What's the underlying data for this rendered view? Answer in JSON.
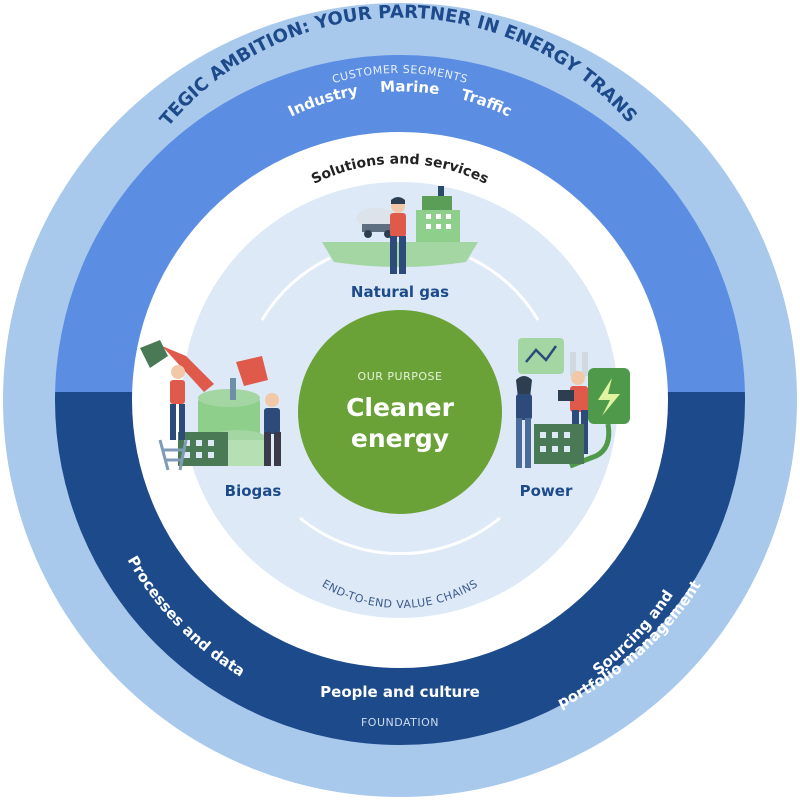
{
  "strategic_ambition": "STRATEGIC AMBITION:  YOUR PARTNER IN ENERGY TRANSITION",
  "customer_segments": {
    "label": "CUSTOMER SEGMENTS",
    "items": [
      "Industry",
      "Marine",
      "Traffic"
    ]
  },
  "solutions_services": "Solutions and services",
  "value_chains": {
    "items": [
      "Natural gas",
      "Biogas",
      "Power"
    ],
    "label": "END-TO-END VALUE CHAINS"
  },
  "purpose": {
    "label": "OUR PURPOSE",
    "title_line1": "Cleaner",
    "title_line2": "energy"
  },
  "foundation": {
    "left": "Processes and data",
    "right_line1": "Sourcing and",
    "right_line2": "portfolio management",
    "bottom": "People and culture",
    "label": "FOUNDATION"
  },
  "colors": {
    "outer_ring": "#a8c8ec",
    "segment_band": "#5b8de2",
    "foundation_band": "#1c4a8a",
    "inner_disc": "#dde9f6",
    "center": "#6aa238",
    "title_text": "#1c4a8a"
  },
  "icons": {
    "natural_gas": "ship-person-icon",
    "biogas": "biogas-plant-icon",
    "power": "power-plug-icon"
  }
}
